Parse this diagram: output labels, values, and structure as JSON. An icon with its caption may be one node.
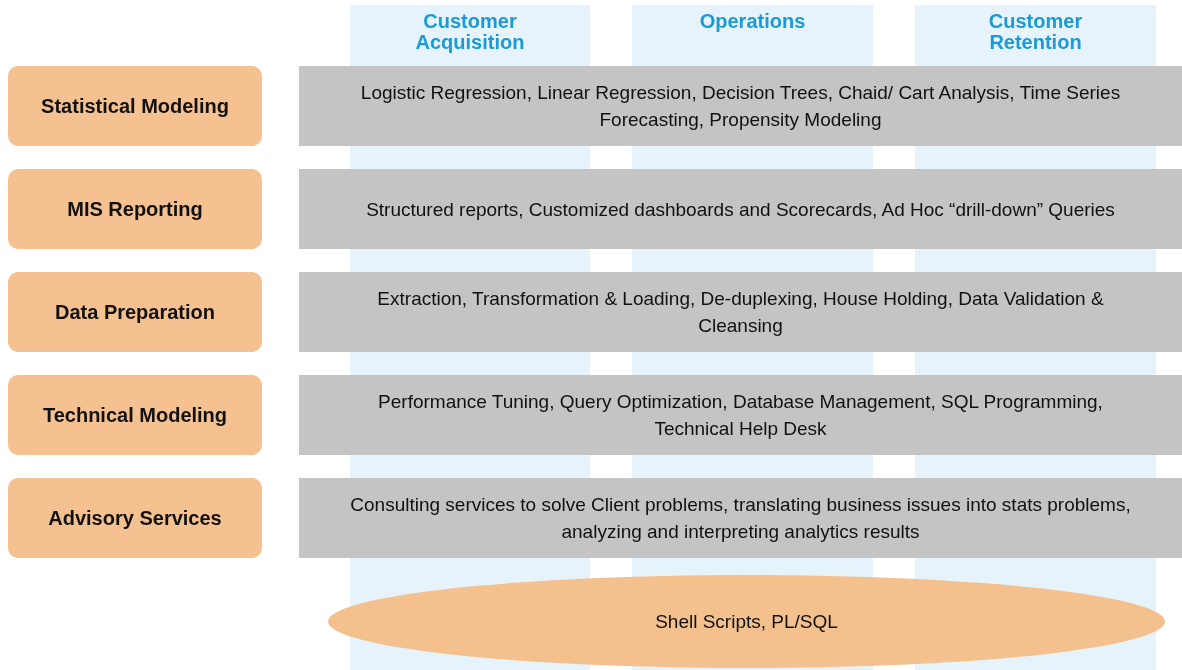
{
  "diagram": {
    "nodes": [
      {
        "text": [
          "Customer Acquisition"
        ]
      },
      {
        "text": [
          "Operations"
        ]
      },
      {
        "text": [
          "Customer Retention"
        ]
      },
      {
        "text": [
          "Statistical Modeling"
        ]
      },
      {
        "text": [
          "Logistic Regression, Linear Regression, Decision Trees, Chaid/ Cart Analysis, Time Series Forecasting, Propensity Modeling"
        ]
      },
      {
        "text": [
          "MIS Reporting"
        ]
      },
      {
        "text": [
          "Structured reports, Customized dashboards and Scorecards, Ad Hoc “drill-down” Queries"
        ]
      },
      {
        "text": [
          "Data Preparation"
        ]
      },
      {
        "text": [
          "Extraction, Transformation & Loading, De-duplexing, House Holding, Data Validation & Cleansing"
        ]
      },
      {
        "text": [
          "Technical Modeling"
        ]
      },
      {
        "text": [
          "Performance Tuning, Query Optimization, Database Management, SQL Programming, Technical Help Desk"
        ]
      },
      {
        "text": [
          "Advisory Services"
        ]
      },
      {
        "text": [
          "Consulting services to solve Client problems, translating business issues into stats problems, analyzing and interpreting analytics results"
        ]
      },
      {
        "text": [
          "Shell Scripts, PL/SQL"
        ]
      }
    ]
  }
}
